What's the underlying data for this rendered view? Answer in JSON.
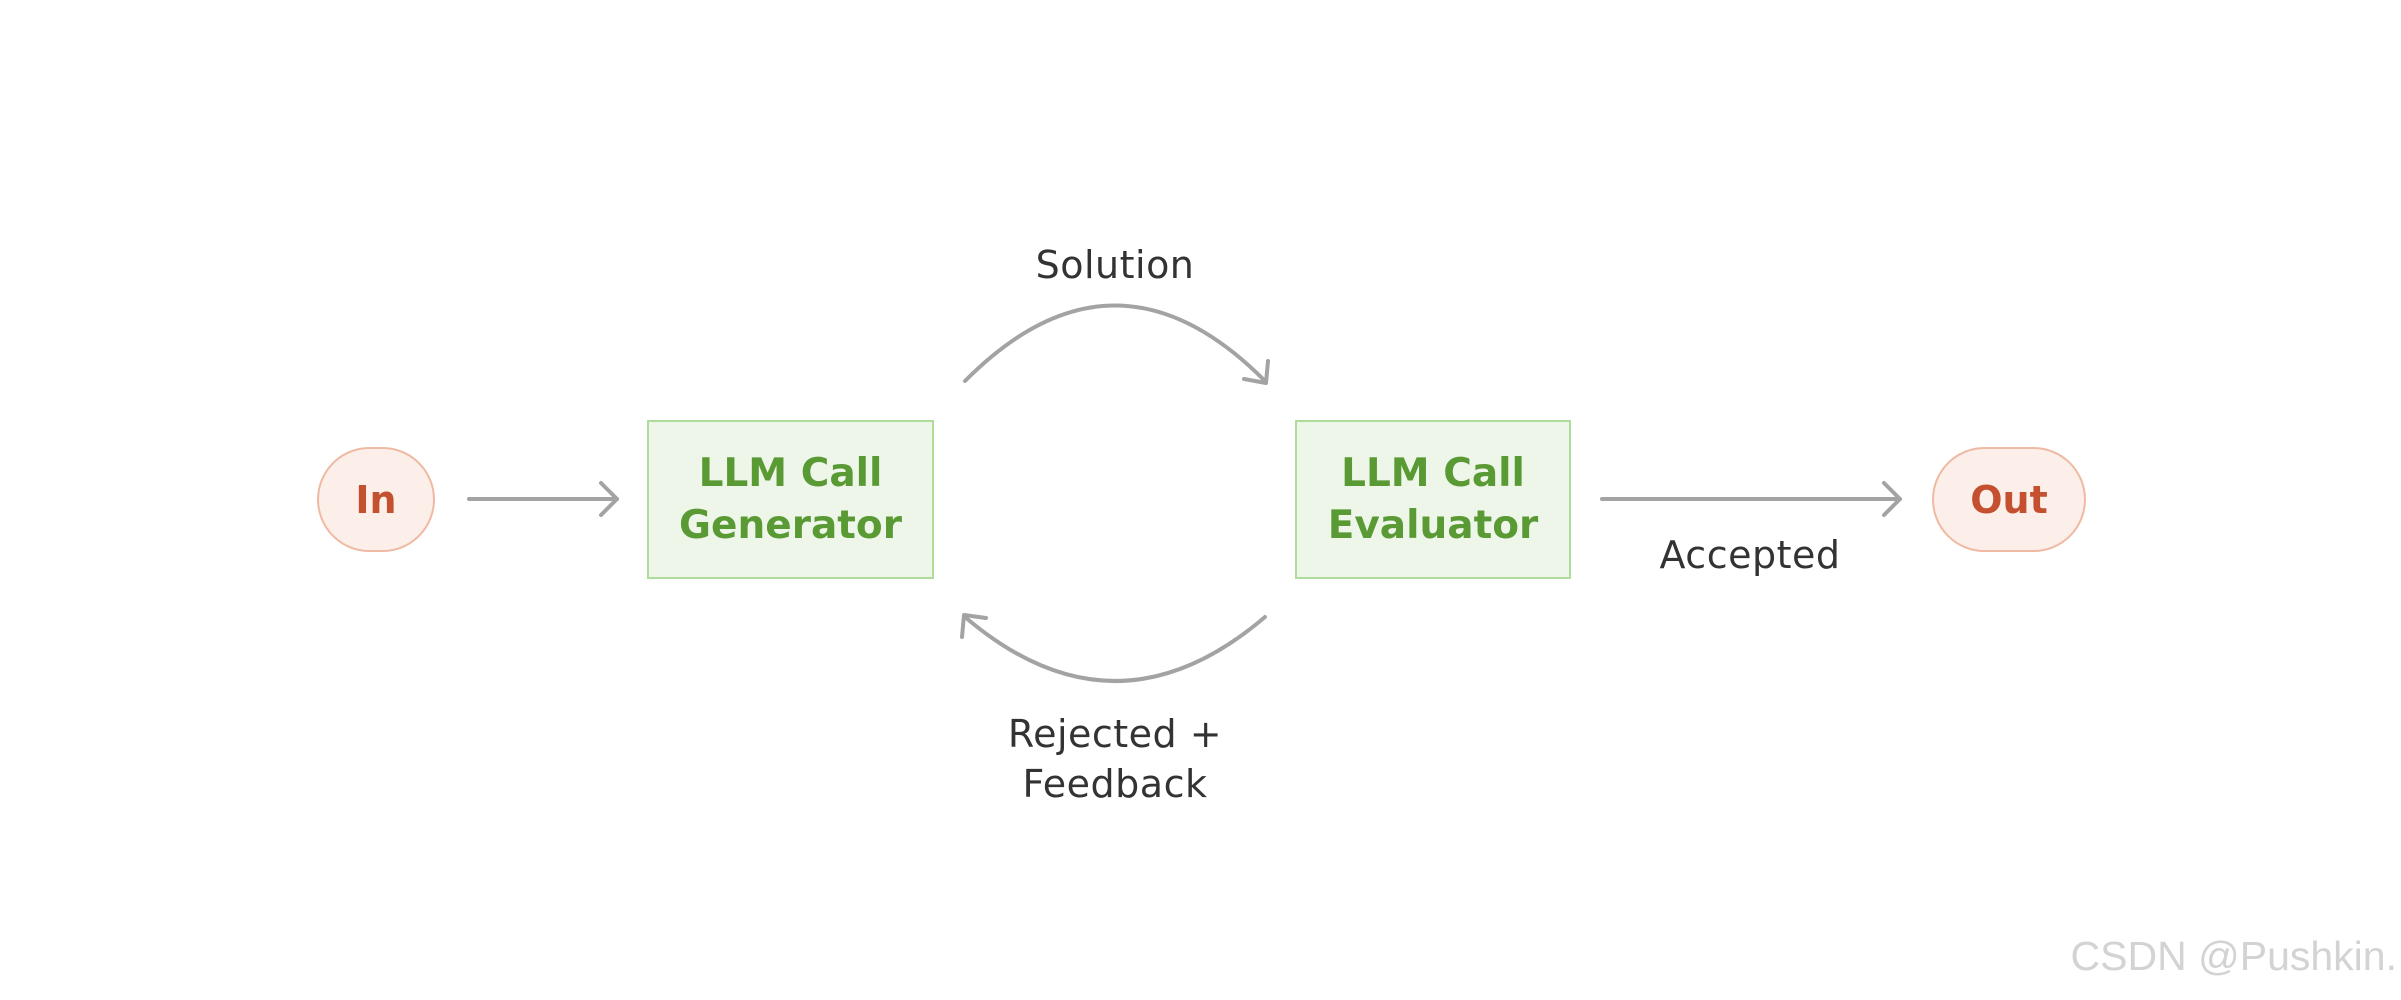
{
  "nodes": {
    "input": "In",
    "generator": {
      "line1": "LLM Call",
      "line2": "Generator"
    },
    "evaluator": {
      "line1": "LLM Call",
      "line2": "Evaluator"
    },
    "output": "Out"
  },
  "edge_labels": {
    "solution": "Solution",
    "rejected_line1": "Rejected +",
    "rejected_line2": "Feedback",
    "accepted": "Accepted"
  },
  "watermark": "CSDN @Pushkin.",
  "colors": {
    "pill_fill": "#fcefe9",
    "pill_border": "#efb9a3",
    "pill_text": "#c4502f",
    "box_fill": "#eef5e9",
    "box_border": "#addc9b",
    "box_text": "#5a9a34",
    "arrow": "#a3a3a3",
    "label": "#333333",
    "watermark": "#d3d3d3"
  }
}
